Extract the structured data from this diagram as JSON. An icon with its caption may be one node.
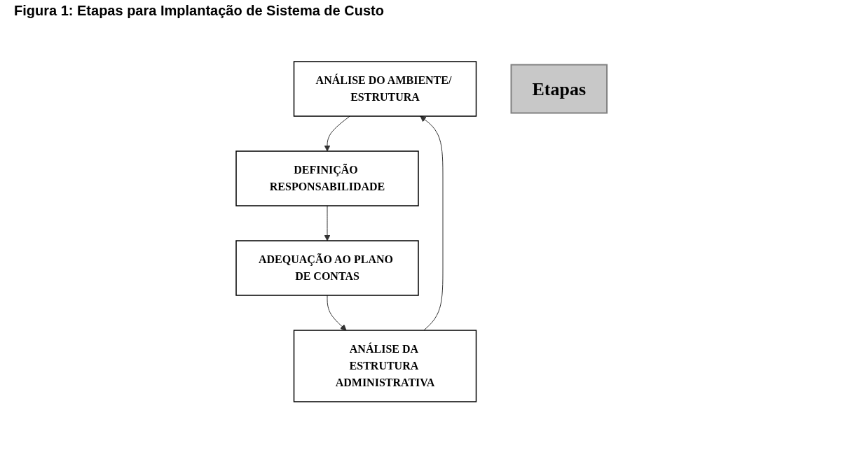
{
  "diagram": {
    "title": "Figura 1: Etapas para Implantação de Sistema de Custo",
    "nodes": [
      {
        "text": [
          "ANÁLISE DO AMBIENTE/ ESTRUTURA"
        ]
      },
      {
        "text": [
          "ANÁLISE DA ESTRUTURA ADMINISTRATIVA"
        ]
      },
      {
        "text": [
          "Etapas"
        ]
      },
      {
        "text": [
          "DEFINIÇÃO RESPONSABILIDADE"
        ]
      },
      {
        "text": [
          "ADEQUAÇÃO AO PLANO DE CONTAS"
        ]
      }
    ],
    "edges": [
      {
        "from": 1,
        "to": 0,
        "arrow": "to"
      },
      {
        "from": 0,
        "to": 3,
        "arrow": "to"
      },
      {
        "from": 3,
        "to": 4,
        "arrow": "to"
      },
      {
        "from": 4,
        "to": 1,
        "arrow": "to"
      }
    ]
  }
}
